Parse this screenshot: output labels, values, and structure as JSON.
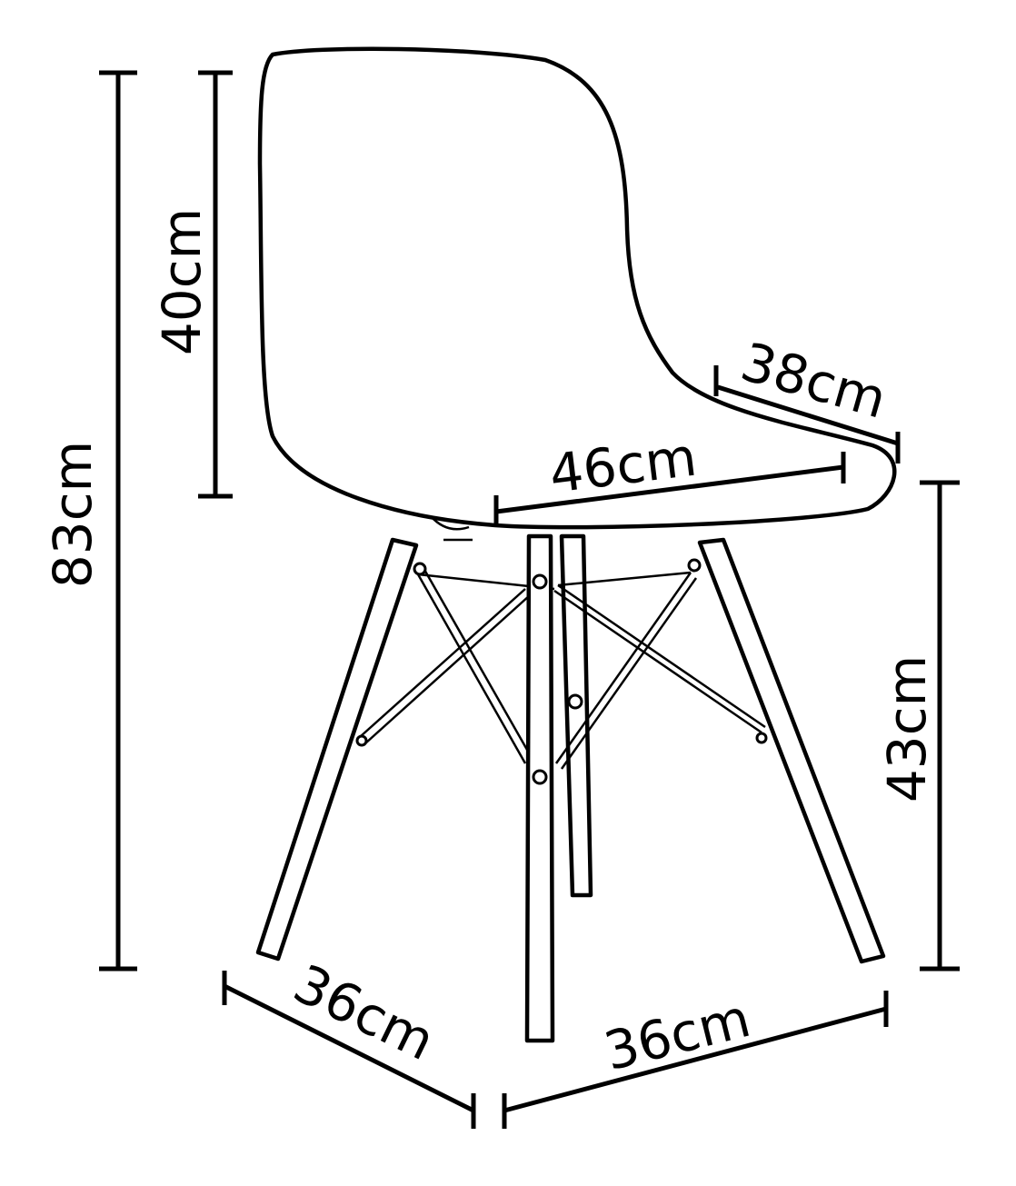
{
  "diagram": {
    "colors": {
      "line": "#000000",
      "background": "#ffffff"
    },
    "dimensions": {
      "total_height": "83cm",
      "backrest_height": "40cm",
      "seat_depth": "38cm",
      "seat_width": "46cm",
      "seat_height": "43cm",
      "base_depth": "36cm",
      "base_width": "36cm"
    }
  }
}
